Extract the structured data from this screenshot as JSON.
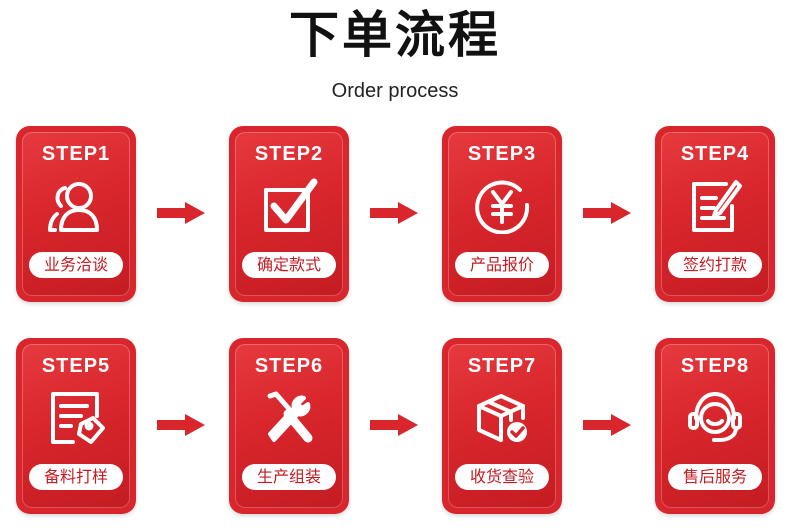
{
  "header": {
    "title": "下单流程",
    "subtitle": "Order process"
  },
  "colors": {
    "accent": "#d8262c",
    "text": "#111111",
    "pill_bg": "#ffffff"
  },
  "steps": [
    {
      "label": "STEP1",
      "name": "业务洽谈",
      "icon": "user-group-icon"
    },
    {
      "label": "STEP2",
      "name": "确定款式",
      "icon": "checkbox-icon"
    },
    {
      "label": "STEP3",
      "name": "产品报价",
      "icon": "yen-coin-icon"
    },
    {
      "label": "STEP4",
      "name": "签约打款",
      "icon": "contract-sign-icon"
    },
    {
      "label": "STEP5",
      "name": "备料打样",
      "icon": "document-tag-icon"
    },
    {
      "label": "STEP6",
      "name": "生产组装",
      "icon": "wrench-screwdriver-icon"
    },
    {
      "label": "STEP7",
      "name": "收货查验",
      "icon": "box-check-icon"
    },
    {
      "label": "STEP8",
      "name": "售后服务",
      "icon": "headset-icon"
    }
  ]
}
